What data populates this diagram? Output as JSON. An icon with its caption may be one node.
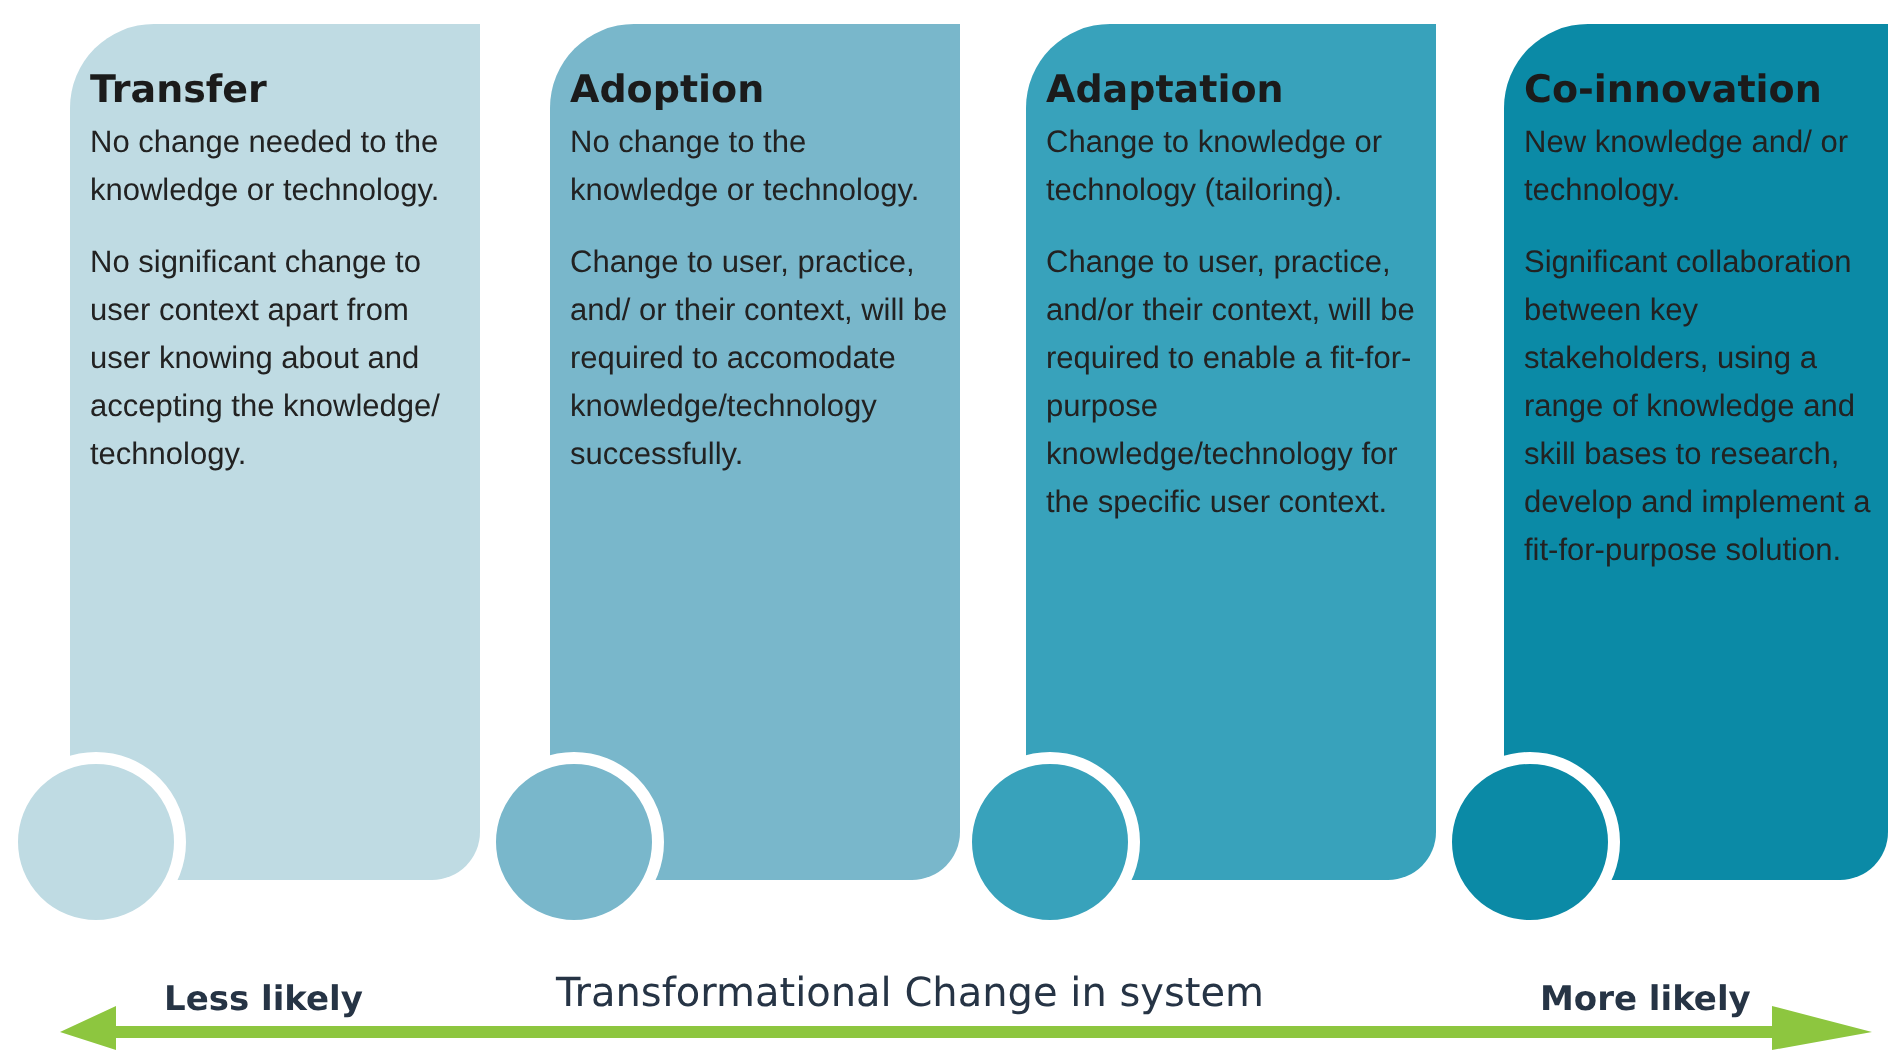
{
  "diagram": {
    "nodes": [
      {
        "text": [
          "Transfer",
          "No change needed to the knowledge or technology.",
          "No significant change to user context apart from user knowing about and accepting the knowledge/ technology."
        ]
      },
      {
        "text": [
          "Adoption",
          "No change to the knowledge or technology.",
          "Change to user, practice, and/ or their context, will be required to accomodate knowledge/technology successfully."
        ]
      },
      {
        "text": [
          "Adaptation",
          "Change to knowledge or technology (tailoring).",
          "Change to user, practice, and/or their context, will be required to enable a fit-for-purpose knowledge/technology for the specific user context."
        ]
      },
      {
        "text": [
          "Co-innovation",
          "New knowledge and/ or technology.",
          "Significant collaboration between key stakeholders, using a range of knowledge and skill bases to research, develop and implement a fit-for-purpose solution."
        ]
      },
      {
        "text": [],
        "shape": "circle"
      },
      {
        "text": [],
        "shape": "circle"
      },
      {
        "text": [],
        "shape": "circle"
      },
      {
        "text": [],
        "shape": "circle"
      }
    ],
    "edges": [],
    "labels": [
      "Less likely",
      "Transformational Change in system",
      "More likely"
    ]
  }
}
